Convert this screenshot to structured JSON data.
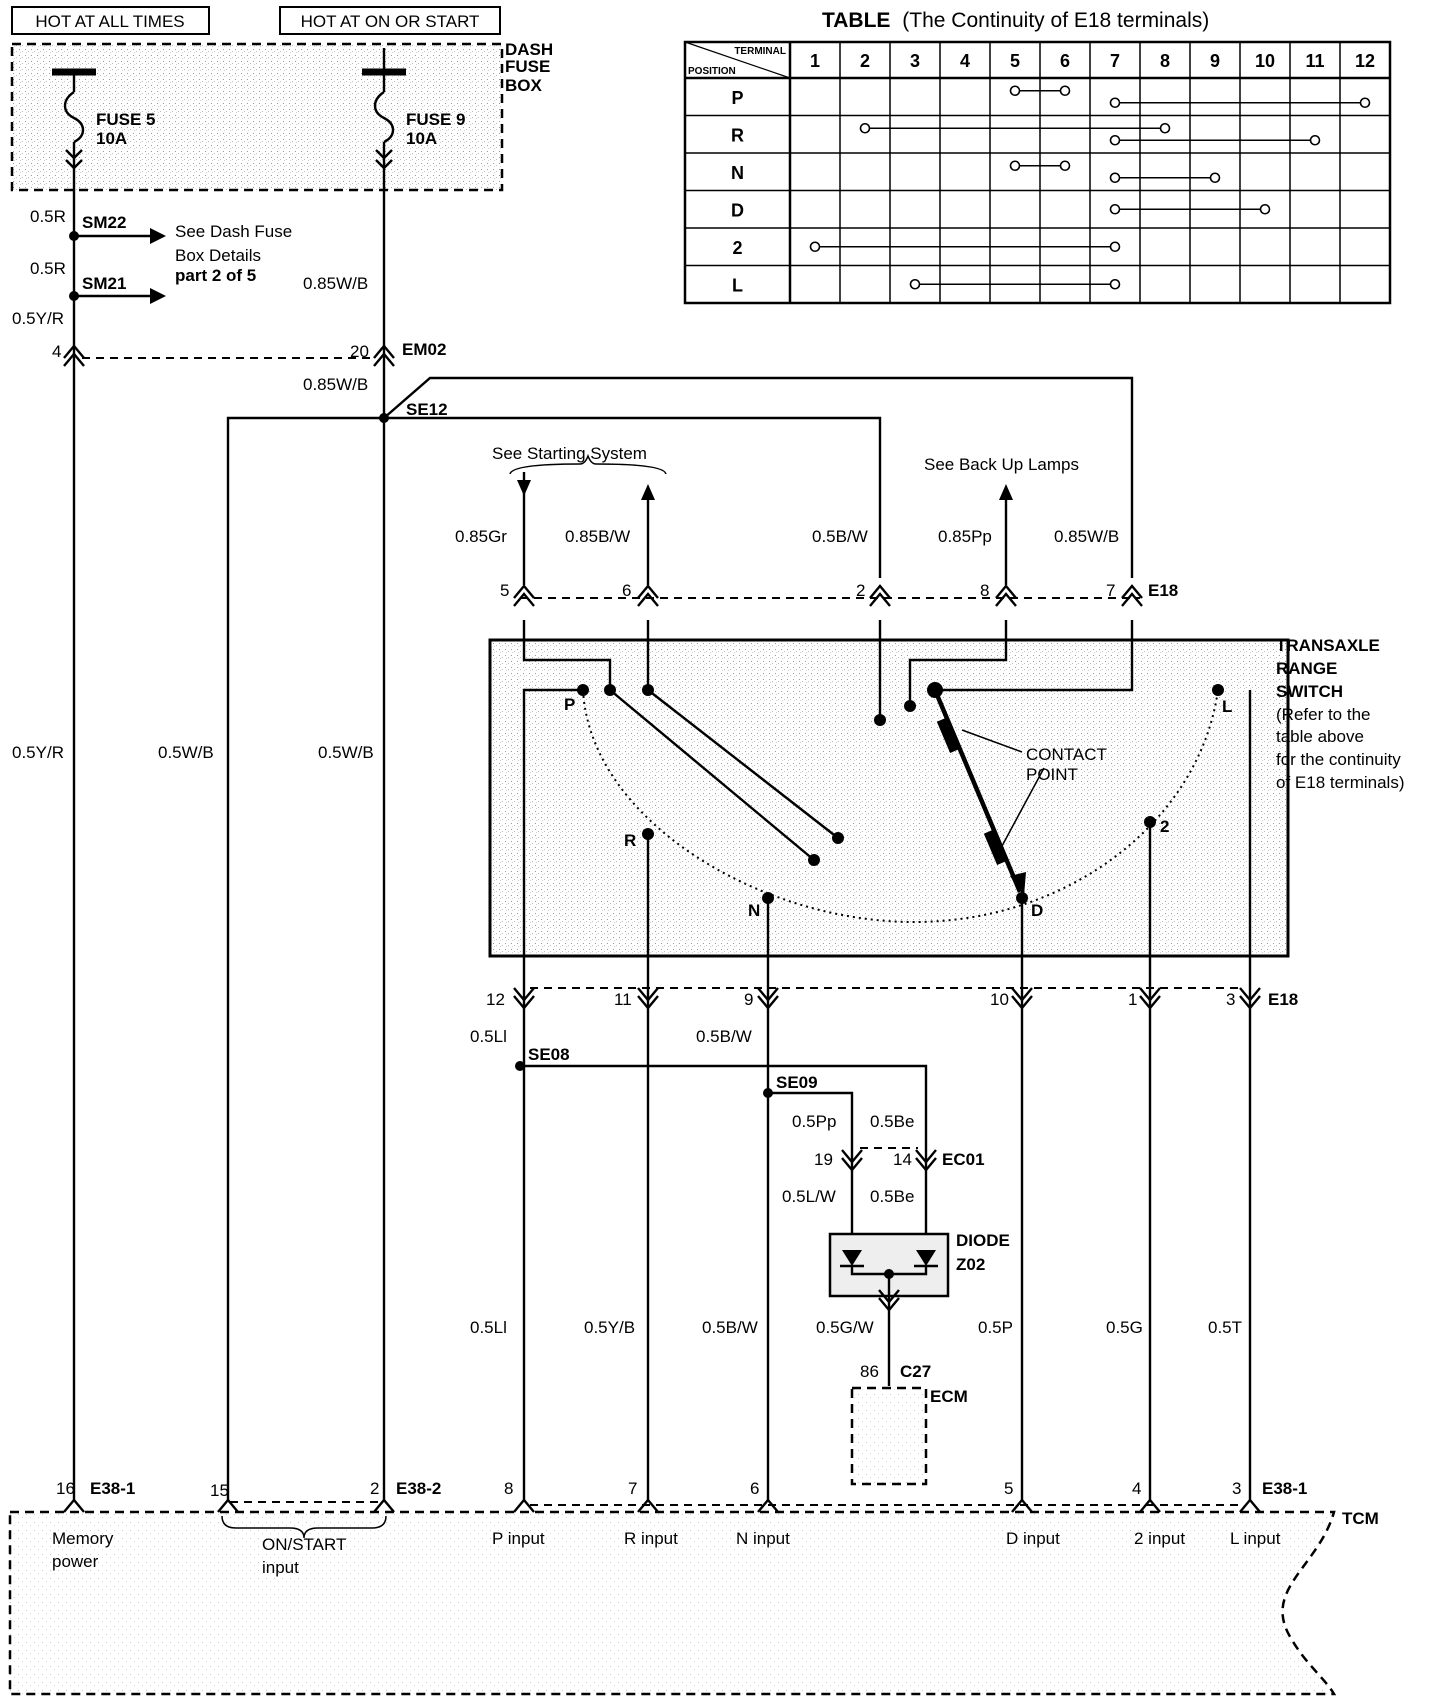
{
  "header": {
    "hot_at_all_times": "HOT AT ALL TIMES",
    "hot_at_on_or_start": "HOT AT ON OR START",
    "table_title_bold": "TABLE",
    "table_title_rest": "(The Continuity of E18 terminals)"
  },
  "fuse_box": {
    "label_line1": "DASH",
    "label_line2": "FUSE",
    "label_line3": "BOX",
    "fuse5_name": "FUSE 5",
    "fuse5_rating": "10A",
    "fuse9_name": "FUSE 9",
    "fuse9_rating": "10A"
  },
  "continuity_table": {
    "corner_top": "TERMINAL",
    "corner_bottom": "POSITION",
    "terminals": [
      "1",
      "2",
      "3",
      "4",
      "5",
      "6",
      "7",
      "8",
      "9",
      "10",
      "11",
      "12"
    ],
    "rows": [
      {
        "position": "P",
        "links": [
          [
            5,
            6
          ],
          [
            7,
            12
          ]
        ]
      },
      {
        "position": "R",
        "links": [
          [
            2,
            8
          ],
          [
            7,
            11
          ]
        ]
      },
      {
        "position": "N",
        "links": [
          [
            5,
            6
          ],
          [
            7,
            9
          ]
        ]
      },
      {
        "position": "D",
        "links": [
          [
            7,
            10
          ]
        ]
      },
      {
        "position": "2",
        "links": [
          [
            1,
            7
          ]
        ]
      },
      {
        "position": "L",
        "links": [
          [
            3,
            7
          ]
        ]
      }
    ]
  },
  "left_circuit": {
    "wire_05R_a": "0.5R",
    "splice_sm22": "SM22",
    "see_dash_line1": "See Dash Fuse",
    "see_dash_line2": "Box Details",
    "see_dash_line3": "part 2 of 5",
    "wire_05R_b": "0.5R",
    "splice_sm21": "SM21",
    "wire_05YR_top": "0.5Y/R",
    "wire_085WB_top": "0.85W/B",
    "pin_4": "4",
    "pin_20": "20",
    "conn_em02": "EM02",
    "wire_085WB_mid": "0.85W/B",
    "splice_se12": "SE12",
    "wire_05YR": "0.5Y/R",
    "wire_05WB_a": "0.5W/B",
    "wire_05WB_b": "0.5W/B"
  },
  "top_connector": {
    "see_starting": "See Starting System",
    "see_backup": "See Back Up Lamps",
    "wire_085Gr": "0.85Gr",
    "wire_085BW": "0.85B/W",
    "wire_05BW": "0.5B/W",
    "wire_085Pp": "0.85Pp",
    "wire_085WB": "0.85W/B",
    "pin_5": "5",
    "pin_6": "6",
    "pin_2": "2",
    "pin_8": "8",
    "pin_7": "7",
    "conn_name": "E18"
  },
  "switch": {
    "title_line1": "TRANSAXLE",
    "title_line2": "RANGE",
    "title_line3": "SWITCH",
    "note_line1": "(Refer to the",
    "note_line2": "table above",
    "note_line3": "for the continuity",
    "note_line4": "of E18 terminals)",
    "contact_line1": "CONTACT",
    "contact_line2": "POINT",
    "pos_P": "P",
    "pos_R": "R",
    "pos_N": "N",
    "pos_D": "D",
    "pos_2": "2",
    "pos_L": "L"
  },
  "bottom_connector": {
    "pin_12": "12",
    "pin_11": "11",
    "pin_9": "9",
    "pin_10": "10",
    "pin_1": "1",
    "pin_3": "3",
    "conn_name": "E18",
    "wire_05Ll_top": "0.5Ll",
    "wire_05BW_top": "0.5B/W",
    "splice_se08": "SE08",
    "splice_se09": "SE09",
    "wire_05Pp": "0.5Pp",
    "wire_05Be_a": "0.5Be",
    "pin_19": "19",
    "pin_14": "14",
    "conn_ec01": "EC01",
    "wire_05LW": "0.5L/W",
    "wire_05Be_b": "0.5Be",
    "diode_line1": "DIODE",
    "diode_line2": "Z02",
    "wire_05Ll": "0.5Ll",
    "wire_05YB": "0.5Y/B",
    "wire_05BW": "0.5B/W",
    "wire_05GW": "0.5G/W",
    "wire_05P": "0.5P",
    "wire_05G": "0.5G",
    "wire_05T": "0.5T",
    "pin_86": "86",
    "conn_c27": "C27",
    "ecm": "ECM"
  },
  "tcm": {
    "label": "TCM",
    "pin_16": "16",
    "conn_e38_1a": "E38-1",
    "pin_15": "15",
    "pin_2": "2",
    "conn_e38_2": "E38-2",
    "pin_8": "8",
    "pin_7": "7",
    "pin_6": "6",
    "pin_5": "5",
    "pin_4": "4",
    "pin_3": "3",
    "conn_e38_1b": "E38-1",
    "memory_line1": "Memory",
    "memory_line2": "power",
    "onstart_line1": "ON/START",
    "onstart_line2": "input",
    "p_input": "P input",
    "r_input": "R input",
    "n_input": "N input",
    "d_input": "D input",
    "two_input": "2 input",
    "l_input": "L input"
  }
}
